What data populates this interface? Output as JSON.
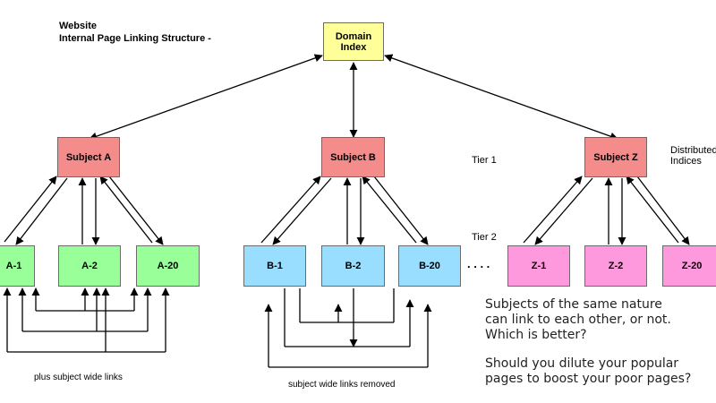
{
  "title": "Website\nInternal Page Linking Structure -",
  "root": {
    "label": "Domain\nIndex",
    "color": "#ffff99"
  },
  "subjects": [
    {
      "label": "Subject  A",
      "color": "#f48c8c"
    },
    {
      "label": "Subject  B",
      "color": "#f48c8c"
    },
    {
      "label": "Subject  Z",
      "color": "#f48c8c"
    }
  ],
  "children": {
    "a": {
      "color": "#99ff99",
      "labels": [
        "A-1",
        "A-2",
        "A-20"
      ]
    },
    "b": {
      "color": "#99ddff",
      "labels": [
        "B-1",
        "B-2",
        "B-20"
      ]
    },
    "z": {
      "color": "#ff99dd",
      "labels": [
        "Z-1",
        "Z-2",
        "Z-20"
      ]
    }
  },
  "tier1": "Tier 1",
  "tier2": "Tier 2",
  "distributed": "Distributed\nIndices",
  "ellipsis": ". . . .",
  "caption_a": "plus subject wide links",
  "caption_b": "subject wide links removed",
  "question1": "Subjects of the same nature\ncan link to each other, or not.\nWhich is better?",
  "question2": "Should you dilute your popular\npages to boost your poor pages?"
}
